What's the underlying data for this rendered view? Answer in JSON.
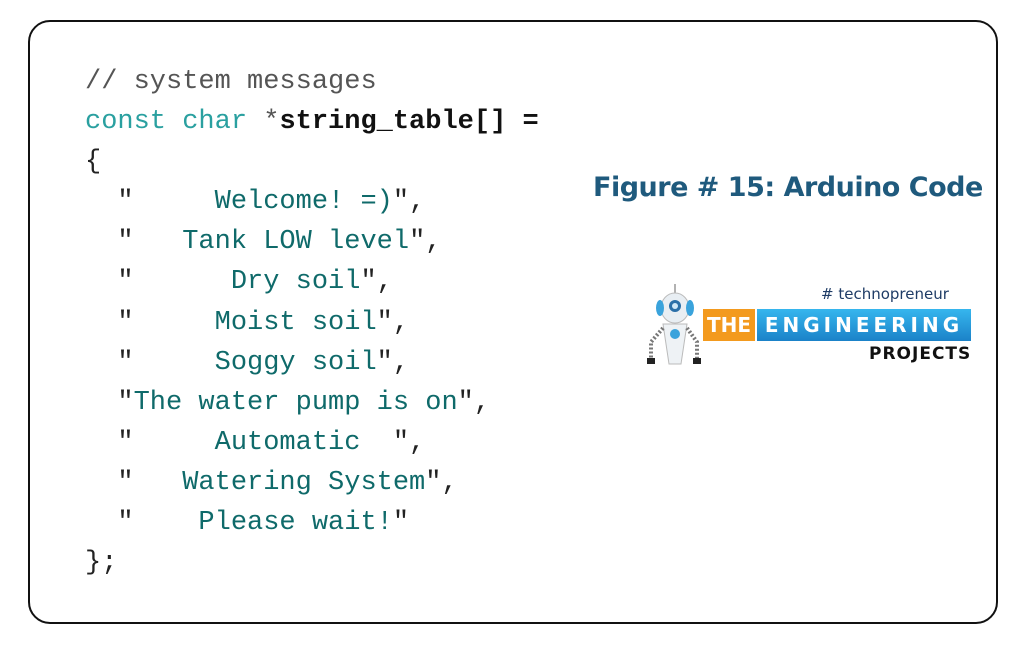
{
  "code": {
    "lines": [
      {
        "parts": [
          "// system messages"
        ]
      },
      {
        "parts": [
          "const char ",
          "*",
          "string_table[] ="
        ]
      },
      {
        "parts": [
          "{"
        ]
      },
      {
        "parts": [
          "  \"     ",
          "Welcome! =)",
          "\","
        ]
      },
      {
        "parts": [
          "  \"   ",
          "Tank LOW level",
          "\","
        ]
      },
      {
        "parts": [
          "  \"      ",
          "Dry soil",
          "\","
        ]
      },
      {
        "parts": [
          "  \"     ",
          "Moist soil",
          "\","
        ]
      },
      {
        "parts": [
          "  \"     ",
          "Soggy soil",
          "\","
        ]
      },
      {
        "parts": [
          "  \"",
          "The water pump is on",
          "\","
        ]
      },
      {
        "parts": [
          "  \"     ",
          "Automatic  ",
          "\","
        ]
      },
      {
        "parts": [
          "  \"   ",
          "Watering System",
          "\","
        ]
      },
      {
        "parts": [
          "  \"    ",
          "Please wait!",
          "\""
        ]
      },
      {
        "parts": [
          "};"
        ]
      }
    ]
  },
  "caption": "Figure # 15: Arduino Code",
  "logo": {
    "tagline": "# technopreneur",
    "word1": "THE",
    "word2": "ENGINEERING",
    "word3": "PROJECTS",
    "colors": {
      "orange": "#f39a1e",
      "blue": "#1b82c8",
      "navy": "#1f5a7d"
    }
  }
}
